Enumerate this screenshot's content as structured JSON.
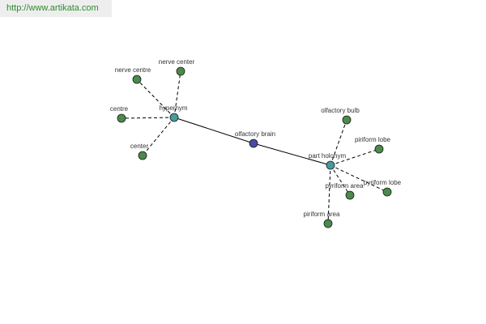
{
  "watermark": "http://www.artikata.com",
  "colors": {
    "leaf": "#4a8a4a",
    "relation": "#4a9a9a",
    "root": "#4a4aa0",
    "edge": "#000000"
  },
  "nodes": [
    {
      "id": "root",
      "label": "olfactory brain",
      "kind": "root"
    },
    {
      "id": "hyp",
      "label": "hypernym",
      "kind": "relation"
    },
    {
      "id": "ph",
      "label": "part holonym",
      "kind": "relation"
    },
    {
      "id": "nc1",
      "label": "nerve centre",
      "kind": "leaf"
    },
    {
      "id": "nc2",
      "label": "nerve center",
      "kind": "leaf"
    },
    {
      "id": "c1",
      "label": "centre",
      "kind": "leaf"
    },
    {
      "id": "c2",
      "label": "center",
      "kind": "leaf"
    },
    {
      "id": "ob",
      "label": "olfactory bulb",
      "kind": "leaf"
    },
    {
      "id": "pl1",
      "label": "piriform lobe",
      "kind": "leaf"
    },
    {
      "id": "pl2",
      "label": "pyriform lobe",
      "kind": "leaf"
    },
    {
      "id": "pa1",
      "label": "pyriform area",
      "kind": "leaf"
    },
    {
      "id": "pa2",
      "label": "piriform area",
      "kind": "leaf"
    }
  ],
  "edges": [
    {
      "from": "root",
      "to": "hyp",
      "style": "solid"
    },
    {
      "from": "root",
      "to": "ph",
      "style": "solid"
    },
    {
      "from": "hyp",
      "to": "nc1",
      "style": "dashed"
    },
    {
      "from": "hyp",
      "to": "nc2",
      "style": "dashed"
    },
    {
      "from": "hyp",
      "to": "c1",
      "style": "dashed"
    },
    {
      "from": "hyp",
      "to": "c2",
      "style": "dashed"
    },
    {
      "from": "ph",
      "to": "ob",
      "style": "dashed"
    },
    {
      "from": "ph",
      "to": "pl1",
      "style": "dashed"
    },
    {
      "from": "ph",
      "to": "pl2",
      "style": "dashed"
    },
    {
      "from": "ph",
      "to": "pa1",
      "style": "dashed"
    },
    {
      "from": "ph",
      "to": "pa2",
      "style": "dashed"
    }
  ]
}
